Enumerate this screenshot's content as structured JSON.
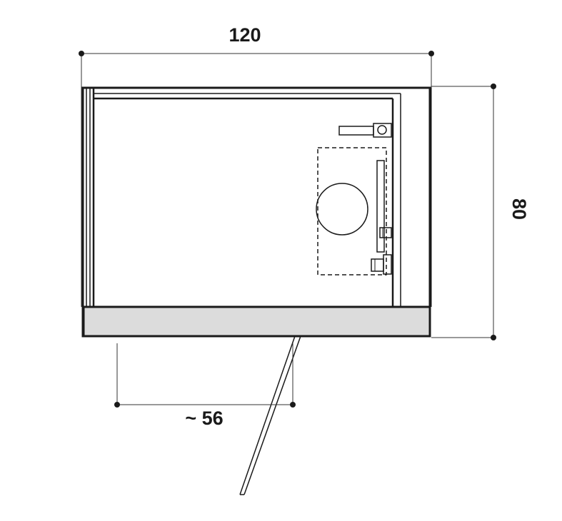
{
  "dimensions": {
    "width_label": "120",
    "depth_label": "80",
    "door_label": "~ 56"
  },
  "colors": {
    "line": "#1a1a1a",
    "thin_line": "#333333",
    "counter_fill": "#dcdcdc"
  }
}
